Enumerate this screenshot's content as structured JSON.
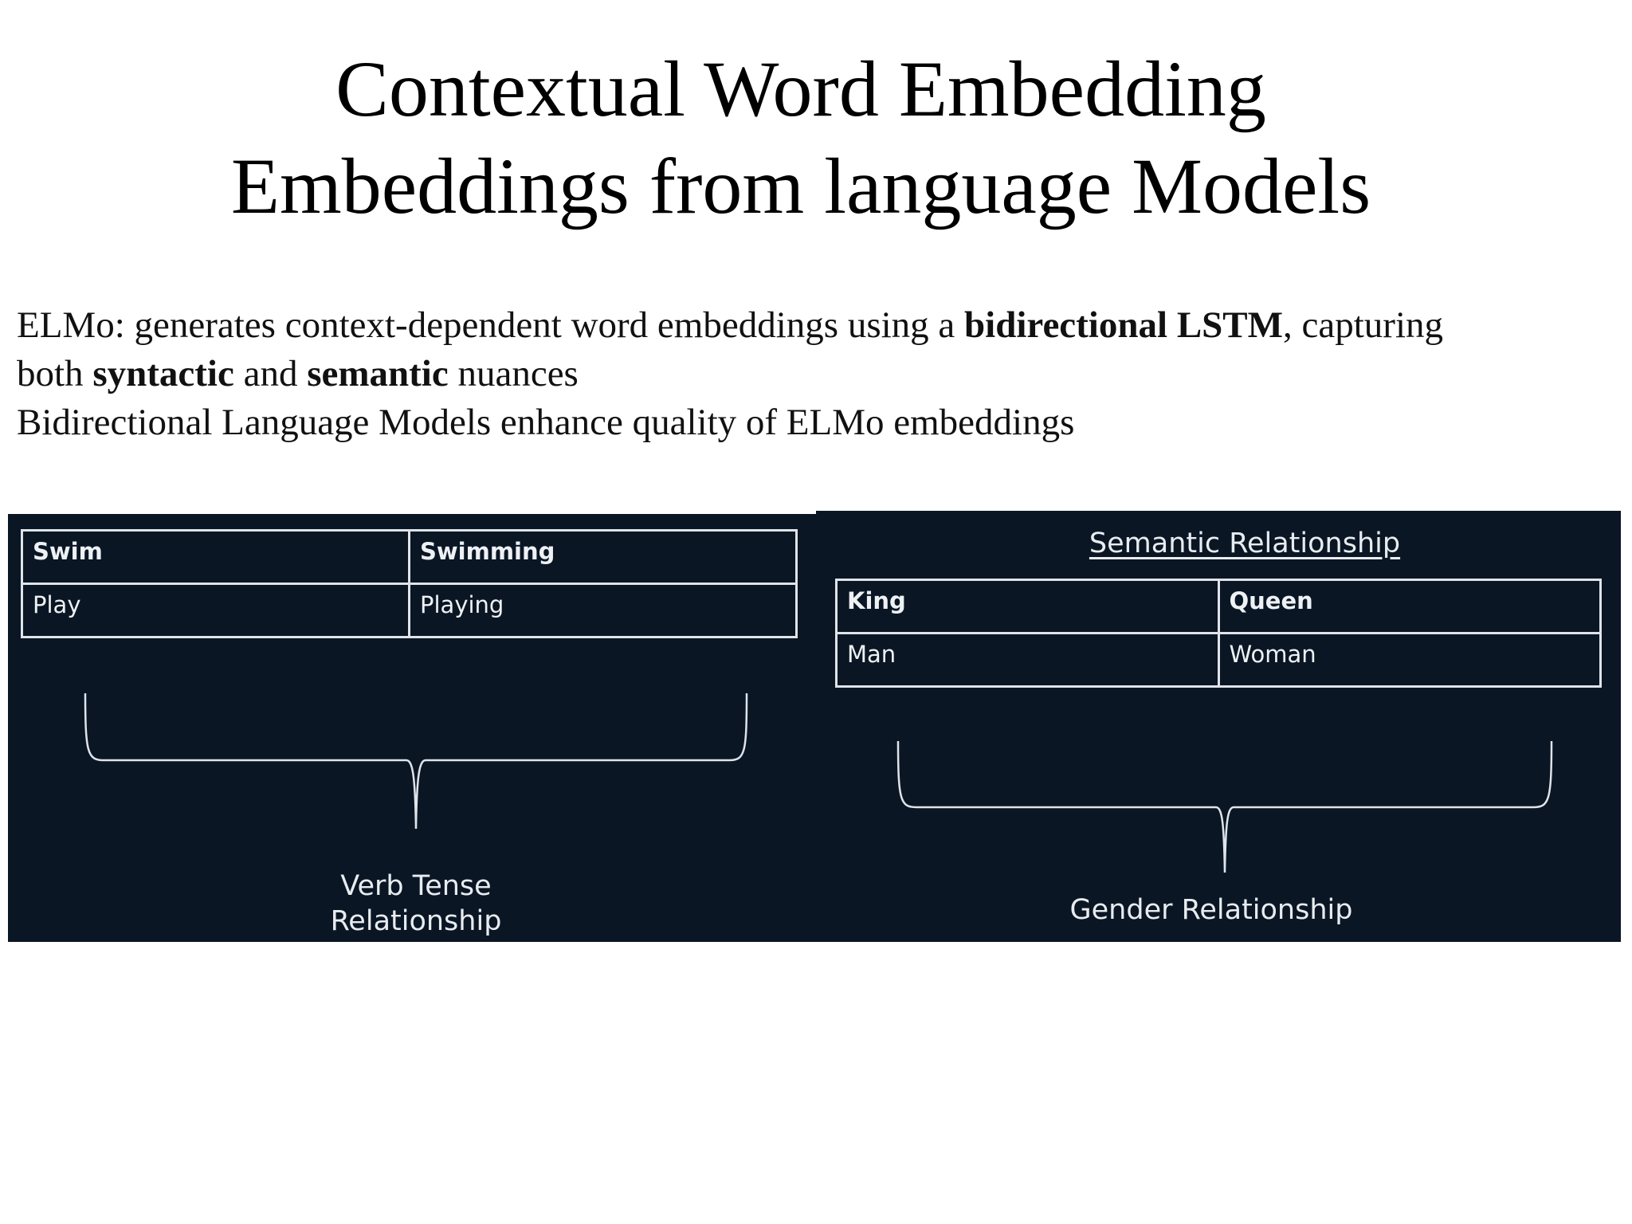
{
  "title": {
    "line1": "Contextual Word Embedding",
    "line2": "Embeddings from language Models"
  },
  "body": {
    "p1": {
      "a": "ELMo: generates context-dependent word embeddings using a ",
      "b": "bidirectional LSTM",
      "c": ", capturing"
    },
    "p2": {
      "a": "both ",
      "b": "syntactic",
      "c": " and ",
      "d": "semantic",
      "e": " nuances"
    },
    "p3": "Bidirectional Language Models enhance quality of ELMo embeddings"
  },
  "left_panel": {
    "rows": [
      [
        "Swim",
        "Swimming"
      ],
      [
        "Play",
        "Playing"
      ]
    ],
    "label_line1": "Verb Tense",
    "label_line2": "Relationship"
  },
  "right_panel": {
    "heading": "Semantic Relationship",
    "rows": [
      [
        "King",
        "Queen"
      ],
      [
        "Man",
        "Woman"
      ]
    ],
    "label": "Gender Relationship"
  },
  "colors": {
    "panel_bg": "#0a1624",
    "line": "#dfe4ea"
  }
}
